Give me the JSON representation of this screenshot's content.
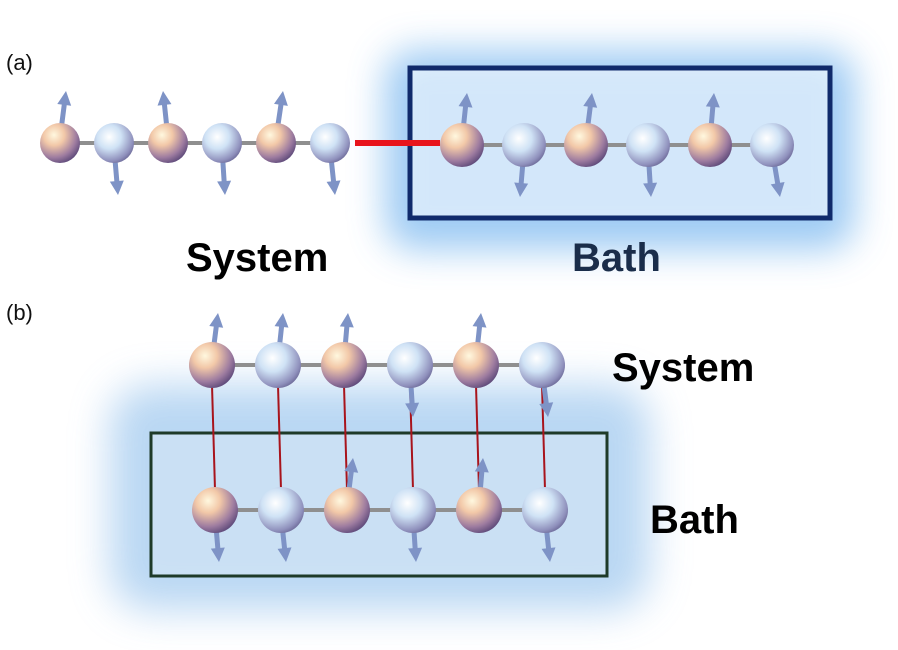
{
  "panels": {
    "a": {
      "label": "(a)",
      "system_label": "System",
      "bath_label": "Bath",
      "system_spins": [
        "up",
        "down",
        "up",
        "down",
        "up",
        "down"
      ],
      "bath_spins": [
        "up",
        "down",
        "up",
        "down",
        "up",
        "down"
      ]
    },
    "b": {
      "label": "(b)",
      "system_label": "System",
      "bath_label": "Bath",
      "system_spins": [
        "up",
        "up",
        "up",
        "down",
        "up",
        "down"
      ],
      "bath_spins": [
        "down",
        "down",
        "up",
        "down",
        "up",
        "down"
      ]
    }
  },
  "colors": {
    "spin_arrow": "#7e93c6",
    "chain_link": "#8f8f8f",
    "coupling_a": "#e8141c",
    "coupling_b": "#a8141c",
    "bath_box_a": "#102a6b",
    "bath_box_b": "#1e3a28",
    "bath_glow": "#7fb8f0"
  }
}
